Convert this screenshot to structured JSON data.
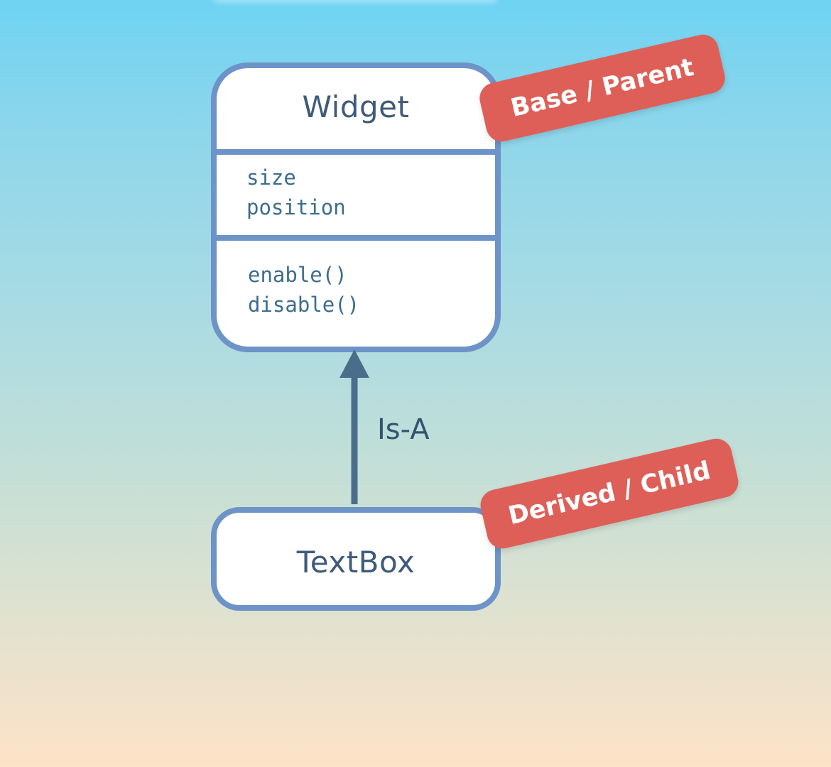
{
  "diagram": {
    "parent_class": {
      "name": "Widget",
      "attributes": [
        "size",
        "position"
      ],
      "methods": [
        "enable()",
        "disable()"
      ],
      "tag": "Base / Parent"
    },
    "child_class": {
      "name": "TextBox",
      "tag": "Derived / Child"
    },
    "relationship": {
      "label": "Is-A"
    }
  },
  "colors": {
    "box_border": "#6d93c8",
    "tag_background": "#de5f58",
    "arrow": "#4b6d8c",
    "title_text": "#3f5a7a",
    "member_text": "#3c6d8e"
  }
}
